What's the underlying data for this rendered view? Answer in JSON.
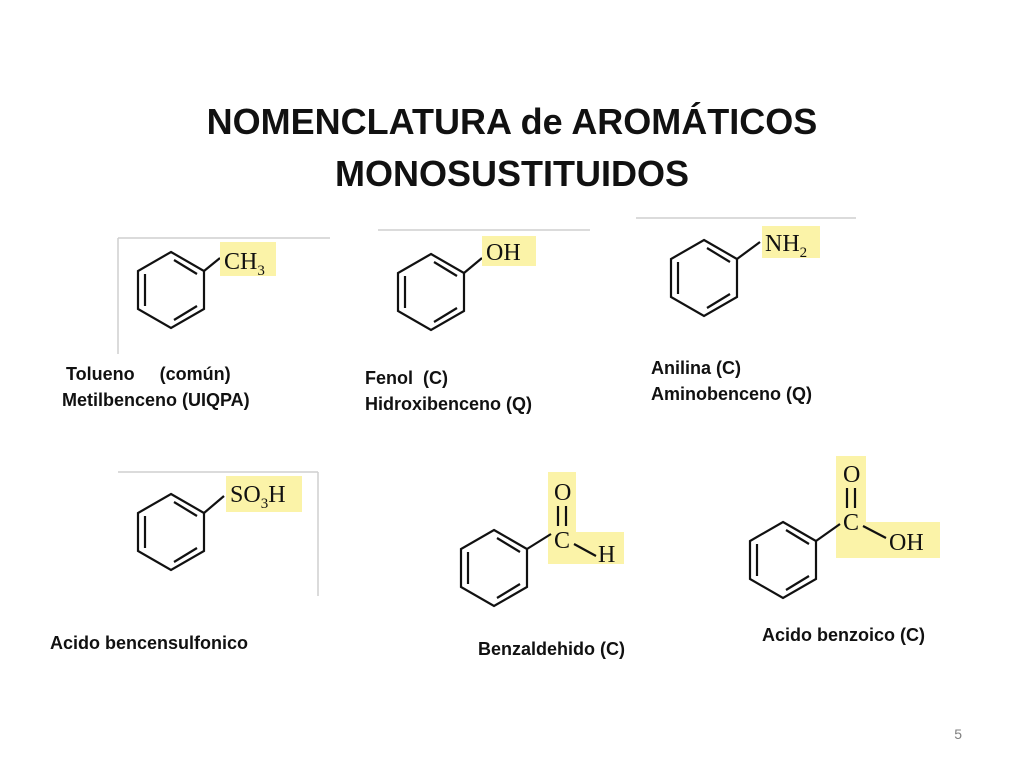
{
  "title": {
    "line1": "NOMENCLATURA de AROMÁTICOS",
    "line2": "MONOSUSTITUIDOS"
  },
  "compounds": [
    {
      "group_main": "CH",
      "group_sub": "3",
      "label_line1": "Tolueno     (común)",
      "label_line2": "Metilbenceno (UIQPA)"
    },
    {
      "group_main": "OH",
      "label_line1": "Fenol  (C)",
      "label_line2": "Hidroxibenceno (Q)"
    },
    {
      "group_main": "NH",
      "group_sub": "2",
      "label_line1": "Anilina (C)",
      "label_line2": "Aminobenceno (Q)"
    },
    {
      "group_main": "SO",
      "group_sub": "3",
      "group_tail": "H",
      "label_line1": "Acido bencensulfonico"
    },
    {
      "atom_o": "O",
      "atom_c": "C",
      "atom_h": "H",
      "label_line1": "Benzaldehido (C)"
    },
    {
      "atom_o": "O",
      "atom_c": "C",
      "atom_oh": "OH",
      "label_line1": "Acido benzoico (C)"
    }
  ],
  "page_number": "5",
  "colors": {
    "highlight": "#fbf3a8",
    "text": "#111111",
    "page_number": "#7f7f7f"
  }
}
